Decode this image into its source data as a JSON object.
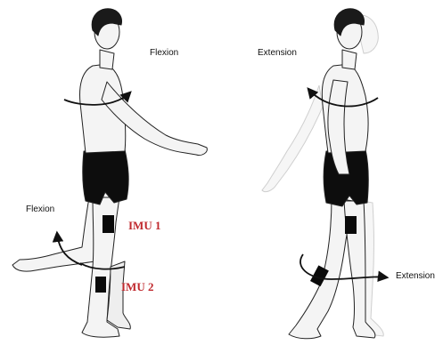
{
  "labels": {
    "left_shoulder": "Flexion",
    "left_hip": "Flexion",
    "right_shoulder": "Extension",
    "right_knee": "Extension"
  },
  "sensors": {
    "imu1": "IMU 1",
    "imu2": "IMU 2"
  },
  "colors": {
    "imu_text": "#c0282d",
    "ink": "#111111",
    "skin": "#f4f4f4",
    "ghost": "#d6d6d6",
    "shorts": "#0d0d0d",
    "hair": "#1a1a1a"
  }
}
